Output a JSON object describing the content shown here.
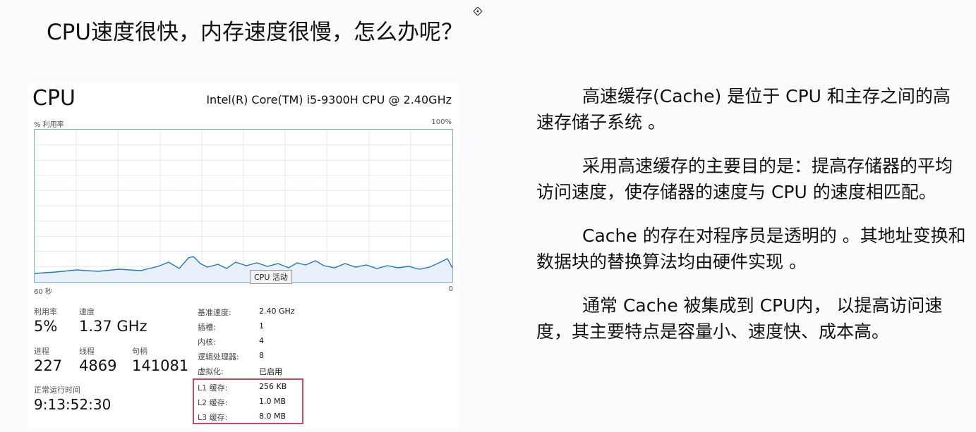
{
  "title": "CPU速度很快，内存速度很慢，怎么办呢？",
  "cpu_panel": {
    "heading": "CPU",
    "model": "Intel(R) Core(TM) i5-9300H CPU @ 2.40GHz",
    "utilization_axis_label": "% 利用率",
    "max_label": "100%",
    "time_left_label": "60 秒",
    "time_right_label": "0",
    "tooltip": "CPU 活动",
    "stats": {
      "utilization": {
        "label": "利用率",
        "value": "5%"
      },
      "speed": {
        "label": "速度",
        "value": "1.37 GHz"
      },
      "processes": {
        "label": "进程",
        "value": "227"
      },
      "threads": {
        "label": "线程",
        "value": "4869"
      },
      "handles": {
        "label": "句柄",
        "value": "141081"
      },
      "uptime": {
        "label": "正常运行时间",
        "value": "9:13:52:30"
      }
    },
    "specs": [
      {
        "label": "基准速度:",
        "value": "2.40 GHz"
      },
      {
        "label": "插槽:",
        "value": "1"
      },
      {
        "label": "内核:",
        "value": "4"
      },
      {
        "label": "逻辑处理器:",
        "value": "8"
      },
      {
        "label": "虚拟化:",
        "value": "已启用"
      },
      {
        "label": "L1 缓存:",
        "value": "256 KB"
      },
      {
        "label": "L2 缓存:",
        "value": "1.0 MB"
      },
      {
        "label": "L3 缓存:",
        "value": "8.0 MB"
      }
    ],
    "colors": {
      "chart_line": "#1f78c1",
      "chart_fill": "#e8f1fa",
      "grid": "#e3e9ef",
      "highlight": "#d04560"
    }
  },
  "paragraphs": [
    "高速缓存(Cache) 是位于 CPU 和主存之间的高速存储子系统 。",
    "采用高速缓存的主要目的是：提高存储器的平均访问速度，使存储器的速度与 CPU 的速度相匹配。",
    "Cache 的存在对程序员是透明的 。其地址变换和数据块的替换算法均由硬件实现 。",
    "通常 Cache 被集成到 CPU内， 以提高访问速度，其主要特点是容量小、速度快、成本高。"
  ]
}
